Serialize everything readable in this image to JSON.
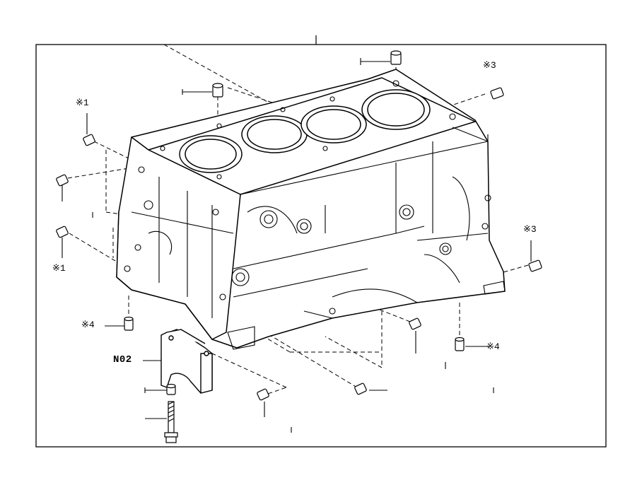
{
  "diagram": {
    "part_code": "N02",
    "callouts": [
      "※1",
      "※1",
      "※3",
      "※3",
      "※4",
      "※4"
    ]
  },
  "colors": {
    "line": "#000000",
    "background": "#ffffff"
  }
}
